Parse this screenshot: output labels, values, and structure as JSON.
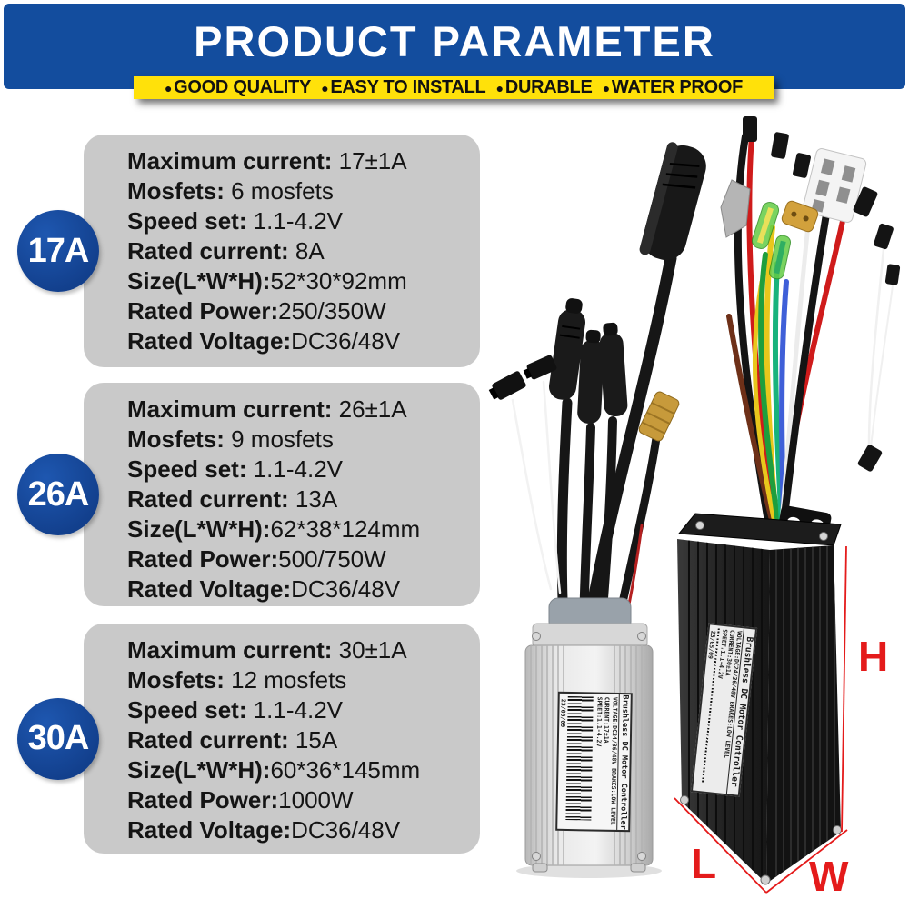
{
  "header": {
    "title": "PRODUCT PARAMETER",
    "bullet": "●",
    "features": [
      "GOOD QUALITY",
      "EASY TO INSTALL",
      "DURABLE",
      "WATER PROOF"
    ]
  },
  "panels": [
    {
      "badge": "17A",
      "specs": [
        {
          "label": "Maximum current: ",
          "value": "17±1A"
        },
        {
          "label": "Mosfets: ",
          "value": "6 mosfets"
        },
        {
          "label": "Speed set: ",
          "value": "1.1-4.2V"
        },
        {
          "label": "Rated current: ",
          "value": "8A"
        },
        {
          "label": "Size(L*W*H):",
          "value": "52*30*92mm"
        },
        {
          "label": "Rated Power:",
          "value": "250/350W"
        },
        {
          "label": "Rated Voltage:",
          "value": "DC36/48V"
        }
      ]
    },
    {
      "badge": "26A",
      "specs": [
        {
          "label": "Maximum current: ",
          "value": "26±1A"
        },
        {
          "label": "Mosfets: ",
          "value": "9 mosfets"
        },
        {
          "label": "Speed set: ",
          "value": "1.1-4.2V"
        },
        {
          "label": "Rated current: ",
          "value": "13A"
        },
        {
          "label": "Size(L*W*H):",
          "value": "62*38*124mm"
        },
        {
          "label": "Rated Power:",
          "value": "500/750W"
        },
        {
          "label": "Rated Voltage:",
          "value": "DC36/48V"
        }
      ]
    },
    {
      "badge": "30A",
      "specs": [
        {
          "label": "Maximum current: ",
          "value": "30±1A"
        },
        {
          "label": "Mosfets: ",
          "value": "12 mosfets"
        },
        {
          "label": "Speed set: ",
          "value": "1.1-4.2V"
        },
        {
          "label": "Rated current: ",
          "value": "15A"
        },
        {
          "label": "Size(L*W*H):",
          "value": "60*36*145mm"
        },
        {
          "label": "Rated Power:",
          "value": "1000W"
        },
        {
          "label": "Rated Voltage:",
          "value": "DC36/48V"
        }
      ]
    }
  ],
  "controller_labels": {
    "silver": {
      "title": "Brushless DC Motor Controller",
      "voltage_line": "VOLTAGE:DC24/36/48V  BRAKES:LOW LEVEL",
      "current_line": "CURRENT:17±1A",
      "speed_line": "SPEET:1.1-4.2V",
      "date": "23/05/09"
    },
    "black": {
      "title": "Brushless DC Motor Controller",
      "voltage_line": "VOLTAGE:DC24/36/48V  BRAKES:LOW LEVEL",
      "current_line": "CURRENT:30±1A",
      "speed_line": "SPEET:1.1-4.2V",
      "date": "23/05/09"
    }
  },
  "dimensions": {
    "height_label": "H",
    "length_label": "L",
    "width_label": "W"
  },
  "colors": {
    "banner_blue": "#134d9e",
    "accent_yellow": "#ffe10a",
    "panel_gray": "#c9c9c9",
    "badge_blue": "#17499e",
    "dimension_red": "#e41b1b"
  }
}
